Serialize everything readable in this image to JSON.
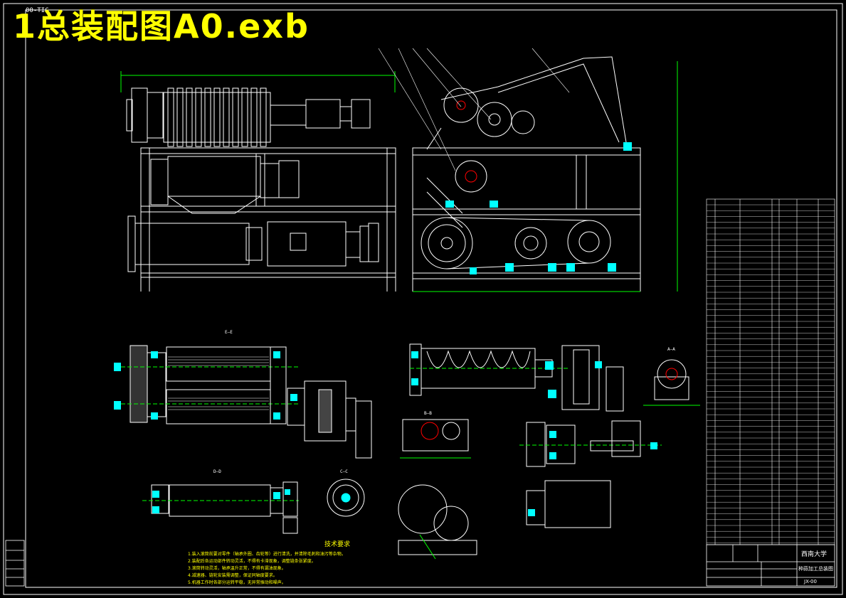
{
  "title": "1总装配图A0.exb",
  "corner_code": "00-TIC",
  "drawing": {
    "notes_heading": "技术要求",
    "notes": [
      "1.装入滚筒前要对零件（轴承外圈、齿轮等）进行清洗，并清除毛刺和油污等杂物。",
      "2.装配后各运动部件转动灵活，不得有卡滞现象，调整链条张紧度。",
      "3.滚筒转动灵活，轴承温升正常，不得有漏油现象。",
      "4.减速器、链轮安装需调整，保证同轴度要求。",
      "5.机器工作时各部分运转平稳，无异常振动和噪声。"
    ],
    "title_block": {
      "school": "西南大学",
      "drawing_name": "种蒜加工总装图",
      "drawing_no": "JX-00"
    },
    "section_labels": [
      "A—A",
      "B—B",
      "C—C",
      "D—D",
      "E—E"
    ]
  },
  "colors": {
    "background": "#000000",
    "lines": "#ffffff",
    "hatch": "#ffffff",
    "dimension": "#00ff00",
    "bolts": "#00ffff",
    "highlight": "#ff0000",
    "title": "#ffff00"
  }
}
